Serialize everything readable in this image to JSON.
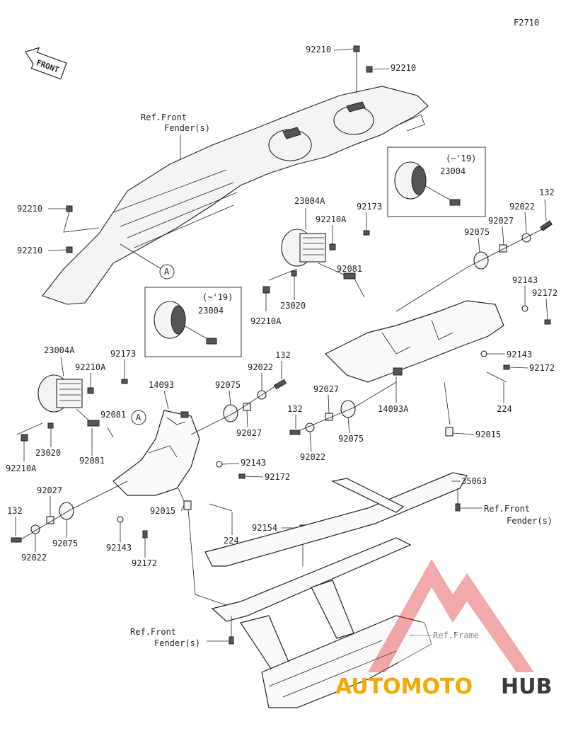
{
  "figure_id": "F2710",
  "front_label": "FRONT",
  "callout_a": "A",
  "watermark": {
    "part1": "AUTOMOTO",
    "part2": "HUB",
    "color1": "#f2a900",
    "color2": "#3a3a3a",
    "logo_color": "#e03030"
  },
  "refs": {
    "front_fender_top": [
      "Ref.Front",
      "Fender(s)"
    ],
    "front_fender_right": [
      "Ref.Front",
      "Fender(s)"
    ],
    "front_fender_bottom": [
      "Ref.Front",
      "Fender(s)"
    ],
    "frame": "Ref.Frame"
  },
  "variants": {
    "right_box": [
      "(~'19)",
      "23004"
    ],
    "left_box": [
      "(~'19)",
      "23004"
    ]
  },
  "labels": {
    "l92210_top": "92210",
    "l92210_top2": "92210",
    "l92210_left1": "92210",
    "l92210_left2": "92210",
    "r23004A": "23004A",
    "r92210A": "92210A",
    "r92173": "92173",
    "r92081": "92081",
    "r23020": "23020",
    "r92210A_b": "92210A",
    "r132": "132",
    "r92022": "92022",
    "r92027": "92027",
    "r92075": "92075",
    "r92143": "92143",
    "r92172": "92172",
    "r92143_b": "92143",
    "r92172_b": "92172",
    "r224": "224",
    "r14093A": "14093A",
    "r92015": "92015",
    "r35063": "35063",
    "c92027": "92027",
    "c132": "132",
    "c92075": "92075",
    "c92022": "92022",
    "m132": "132",
    "m92022": "92022",
    "m92075": "92075",
    "m92027": "92027",
    "m92143": "92143",
    "m92172": "92172",
    "m14093": "14093",
    "m92015": "92015",
    "m224": "224",
    "m92154": "92154",
    "m92143_b": "92143",
    "m92172_b": "92172",
    "l23004A": "23004A",
    "l92210A": "92210A",
    "l92173": "92173",
    "l92081": "92081",
    "l92081_b": "92081",
    "l23020": "23020",
    "l92210A_b": "92210A",
    "b132": "132",
    "b92027": "92027",
    "b92075": "92075",
    "b92022": "92022"
  }
}
